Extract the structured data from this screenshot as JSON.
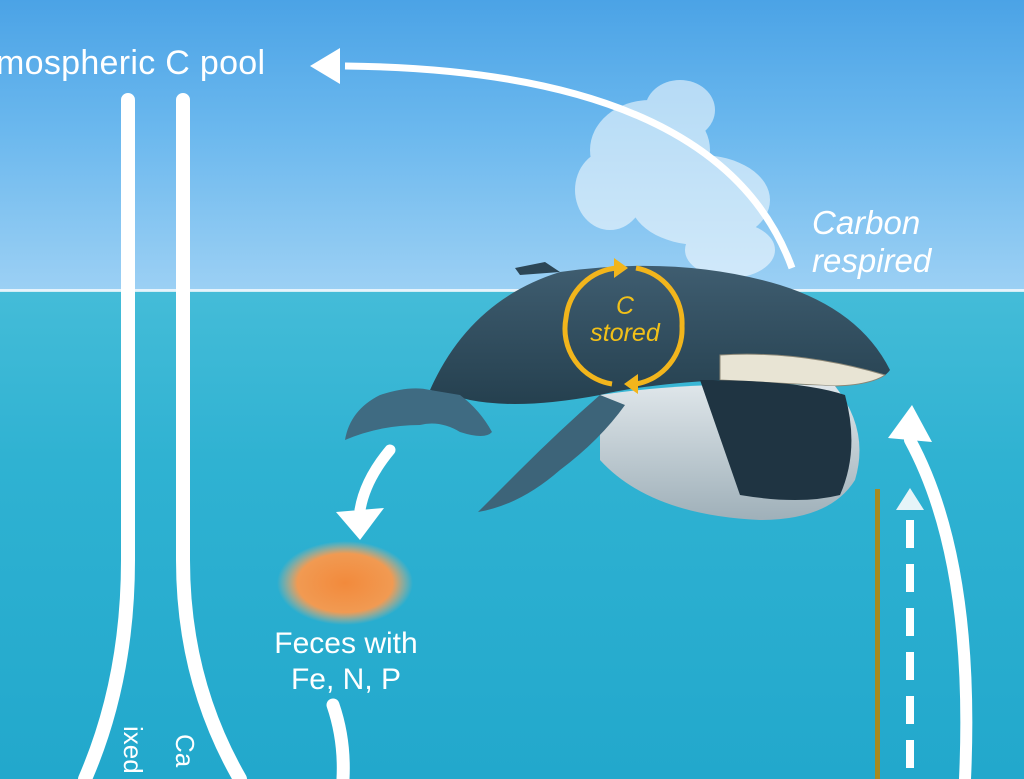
{
  "labels": {
    "atmosphere": "mospheric C pool",
    "carbon_respired": "Carbon\nrespired",
    "c_stored": "C\nstored",
    "feces": "Feces with\nFe, N, P",
    "vertical_left": "ixed",
    "vertical_right": "Ca"
  },
  "colors": {
    "sky": "#5aaeea",
    "sea": "#2fb2d2",
    "arrow": "#ffffff",
    "cycle": "#f2b51c",
    "feces": "#f0934a",
    "gold_line": "#a88a1e"
  }
}
